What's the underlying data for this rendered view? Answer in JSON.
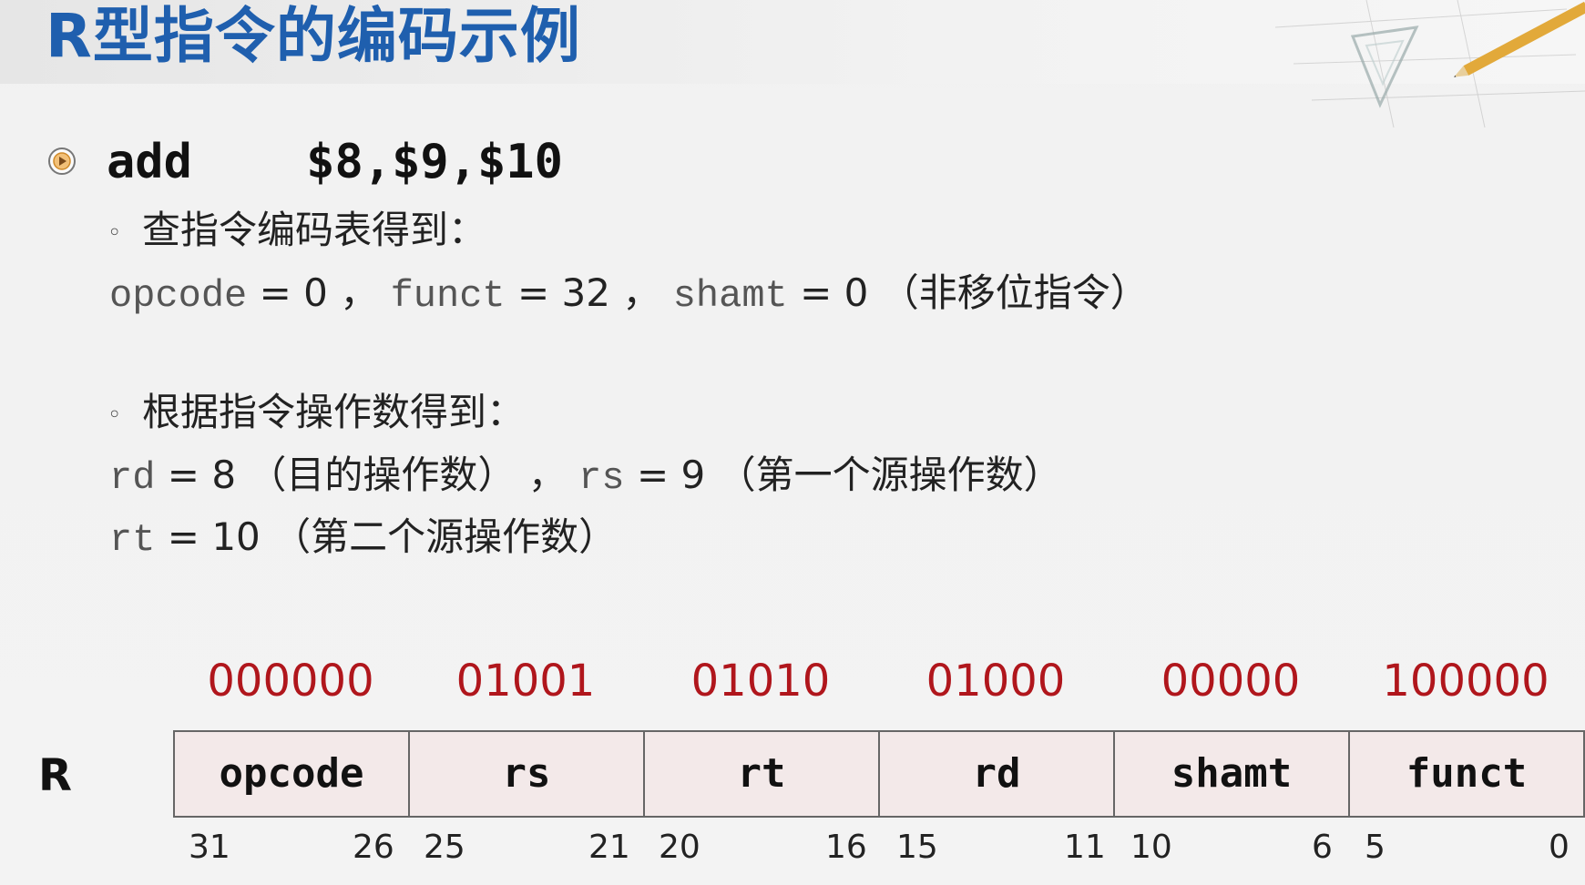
{
  "title": "R型指令的编码示例",
  "instruction": "add    $8,$9,$10",
  "step1": {
    "heading": "查指令编码表得到：",
    "opcode_label": "opcode",
    "opcode_value": "= 0",
    "sep1": "，",
    "funct_label": "funct",
    "funct_value": "= 32",
    "sep2": "，",
    "shamt_label": "shamt",
    "shamt_value": "= 0",
    "note": "（非移位指令）"
  },
  "step2": {
    "heading": "根据指令操作数得到：",
    "rd_label": "rd",
    "rd_value": "= 8",
    "rd_note": "（目的操作数）",
    "sep": "，",
    "rs_label": "rs",
    "rs_value": "= 9",
    "rs_note": "（第一个源操作数）",
    "rt_label": "rt",
    "rt_value": "= 10",
    "rt_note": "（第二个源操作数）"
  },
  "format": {
    "row_label": "R",
    "binary": [
      "000000",
      "01001",
      "01010",
      "01000",
      "00000",
      "100000"
    ],
    "fields": [
      "opcode",
      "rs",
      "rt",
      "rd",
      "shamt",
      "funct"
    ],
    "bit_numbers": [
      "31",
      "26",
      "25",
      "21",
      "20",
      "16",
      "15",
      "11",
      "10",
      "6",
      "5",
      "0"
    ],
    "binary_color": "#b0161c",
    "field_bg_color": "#f3e9e9"
  },
  "colors": {
    "title": "#1f5fae"
  }
}
